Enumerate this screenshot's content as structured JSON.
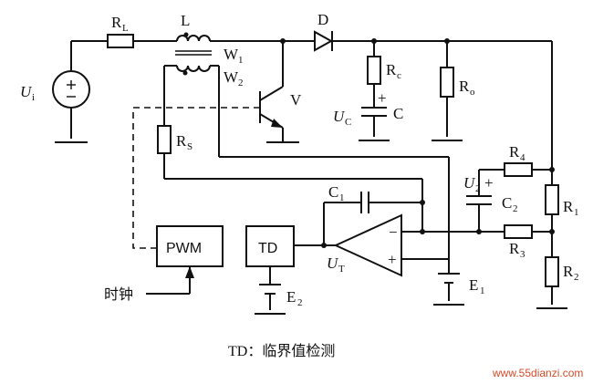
{
  "labels": {
    "ui": "U",
    "ui_sub": "i",
    "rl": "R",
    "rl_sub": "L",
    "l": "L",
    "w1": "W",
    "w1_sub": "1",
    "w2": "W",
    "w2_sub": "2",
    "d": "D",
    "v": "V",
    "rc": "R",
    "rc_sub": "c",
    "c": "C",
    "uc": "U",
    "uc_sub": "C",
    "ro": "R",
    "ro_sub": "o",
    "rs": "R",
    "rs_sub": "S",
    "r4": "R",
    "r4_sub": "4",
    "u2": "U",
    "u2_sub": "2",
    "c2": "C",
    "c2_sub": "2",
    "r1": "R",
    "r1_sub": "1",
    "r3": "R",
    "r3_sub": "3",
    "r2": "R",
    "r2_sub": "2",
    "c1": "C",
    "c1_sub": "1",
    "ut": "U",
    "ut_sub": "T",
    "e1": "E",
    "e1_sub": "1",
    "e2": "E",
    "e2_sub": "2",
    "plus": "+",
    "minus": "−",
    "clock": "时钟"
  },
  "blocks": {
    "pwm": "PWM",
    "td": "TD"
  },
  "caption": "TD：临界值检测",
  "watermark": "www.55dianzi.com"
}
